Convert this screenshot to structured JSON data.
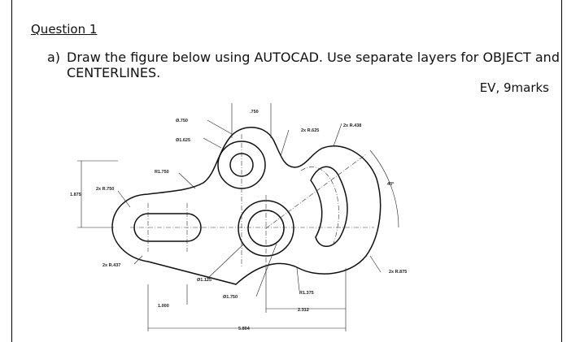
{
  "question": {
    "title": "Question 1",
    "part_label": "a)",
    "instruction_line1": "Draw the figure below using AUTOCAD. Use separate layers for OBJECT and",
    "instruction_line2": "CENTERLINES.",
    "marks": "EV, 9marks"
  },
  "drawing": {
    "dims": {
      "d750": "Ø.750",
      "d1625": "Ø1.625",
      "top750": ".750",
      "r625": "2x R.625",
      "r438": "2x R.438",
      "r1750": "R1.750",
      "r750": "2x R.750",
      "h1875": "1.875",
      "angle40": "40°",
      "r437": "2x R.437",
      "r875": "2x R.875",
      "d1125": "Ø1.125",
      "d1750": "Ø1.750",
      "r1375": "R1.375",
      "w1000": "1.000",
      "w2312": "2.312",
      "w5804": "5.804"
    }
  }
}
